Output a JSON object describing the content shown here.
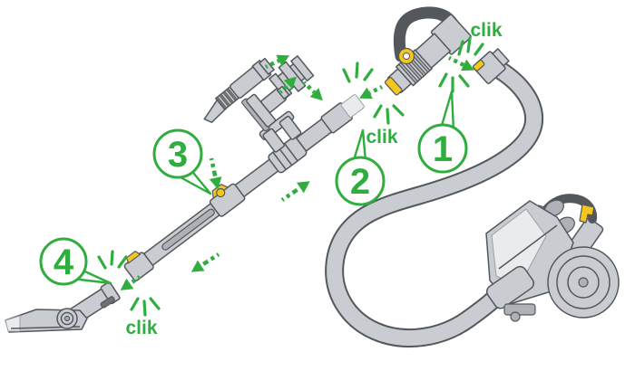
{
  "steps": [
    {
      "number": "1",
      "click_label": "clik"
    },
    {
      "number": "2",
      "click_label": "clik"
    },
    {
      "number": "3"
    },
    {
      "number": "4",
      "click_label": "clik"
    }
  ],
  "parts": [
    "carry-handle-grip",
    "hose-end-connector",
    "flexible-hose",
    "cyclone-canister-body",
    "extension-wand",
    "floor-tool-head",
    "crevice-brush-tool",
    "tool-adaptor",
    "upholstery-tool"
  ],
  "colors": {
    "accent_green": "#2fad3f",
    "accent_yellow": "#f2c71f",
    "part_fill": "#c9ccd1",
    "part_mid": "#aeb2b6",
    "part_light": "#e9ebed",
    "part_outline": "#54585c",
    "background": "#ffffff"
  }
}
